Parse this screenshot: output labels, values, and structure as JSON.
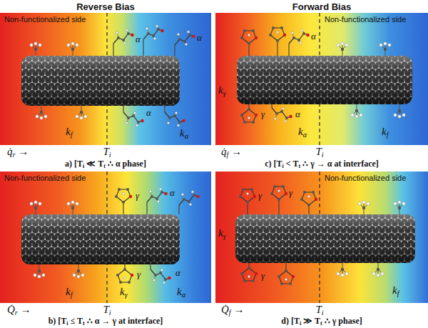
{
  "diagram": {
    "labels": [
      "Reverse Bias",
      "Forward Bias",
      "Non-functionalized side",
      "α",
      "α",
      "α",
      "kf",
      "kα",
      "q̇r →",
      "Ti",
      "a) [Ti ≪ Tt ∴ α phase]",
      "Non-functionalized side",
      "kγ",
      "α",
      "γ",
      "α",
      "kα",
      "kf",
      "q̇f →",
      "Ti",
      "c) [Ti < Tt ∴ γ → α at interface]",
      "Non-functionalized side",
      "γ",
      "α",
      "γ",
      "α",
      "kf",
      "kγ",
      "kα",
      "Q̇r →",
      "Ti",
      "b) [Ti ≤ Tt ∴ α → γ at interface]",
      "Non-functionalized side",
      "γ",
      "γ",
      "kγ",
      "γ",
      "kf",
      "Q̇f →",
      "Ti",
      "d) [Ti ≫ Tt ∴ γ phase]"
    ]
  }
}
